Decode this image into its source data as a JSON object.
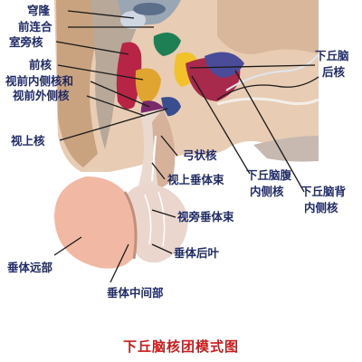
{
  "labels": {
    "optic_chiasm": "穹隆",
    "anterior_commissure": "前连合",
    "paraventricular": "室旁核",
    "anterior": "前核",
    "preoptic_medial": "视前内侧核和",
    "preoptic_lateral": "视前外侧核",
    "supraoptic": "视上核",
    "posterior": "下丘脑",
    "posterior_2": "后核",
    "arcuate": "弓状核",
    "supraoptic_tract": "视上垂体束",
    "ventromedial": "下丘脑腹",
    "ventromedial_2": "内侧核",
    "dorsomedial": "下丘脑背",
    "dorsomedial_2": "内侧核",
    "paraventricular_tract": "视旁垂体束",
    "posterior_lobe": "垂体后叶",
    "distal_part": "垂体远部",
    "intermediate_part": "垂体中间部"
  },
  "caption": "下丘脑核团模式图"
}
